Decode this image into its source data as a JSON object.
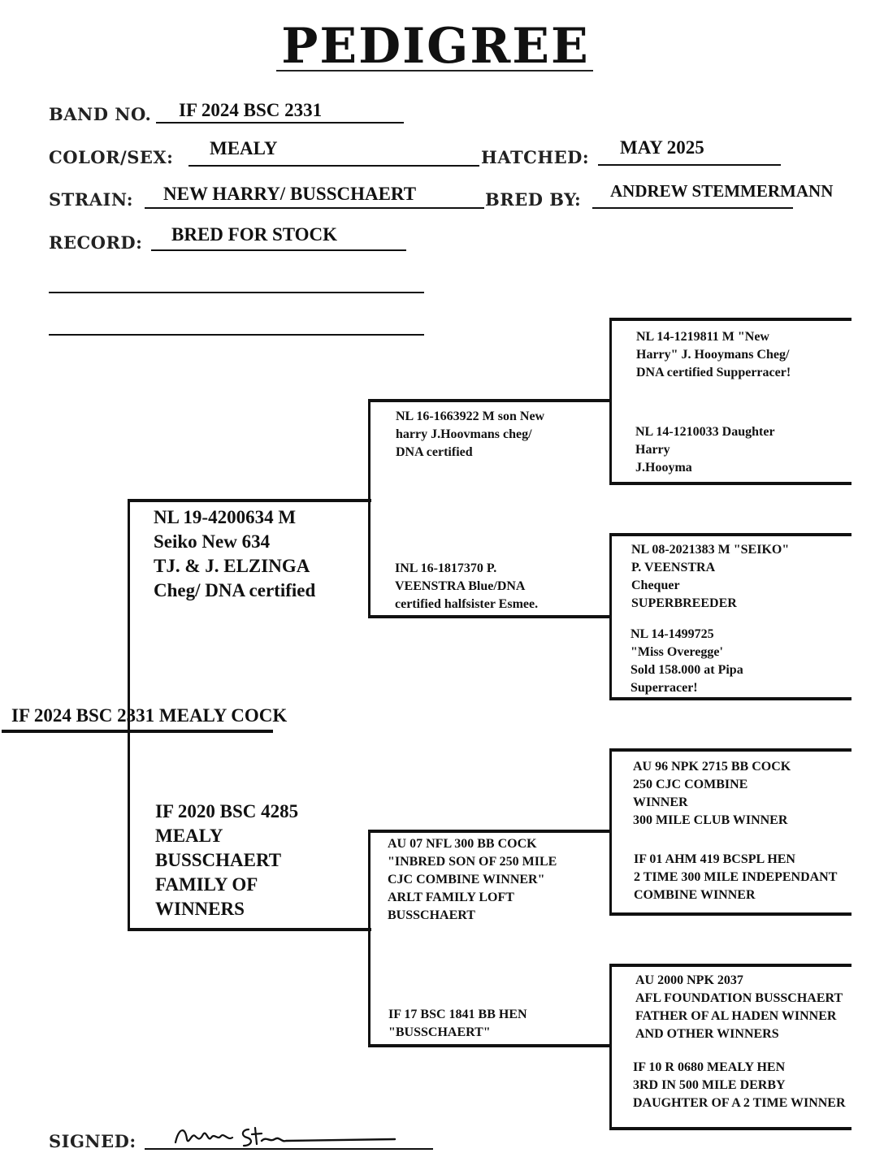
{
  "title": "PEDIGREE",
  "fields": {
    "band_no": {
      "label": "BAND NO.",
      "value": "IF 2024 BSC 2331"
    },
    "color_sex": {
      "label": "COLOR/SEX:",
      "value": "MEALY"
    },
    "hatched": {
      "label": "HATCHED:",
      "value": "MAY 2025"
    },
    "strain": {
      "label": "STRAIN:",
      "value": "NEW HARRY/ BUSSCHAERT"
    },
    "bred_by": {
      "label": "BRED BY:",
      "value": "ANDREW STEMMERMANN"
    },
    "record": {
      "label": "RECORD:",
      "value": "BRED FOR STOCK"
    },
    "signed": {
      "label": "SIGNED:",
      "signature": "Andrew Stemmermann"
    }
  },
  "subject": "IF 2024 BSC 2331 MEALY COCK",
  "sire": {
    "text": "NL 19-4200634 M\nSeiko New 634\nTJ.  &  J.  ELZINGA\nCheg/ DNA certified",
    "sire": {
      "text": "NL 16-1663922 M son New\nharry J.Hoovmans cheg/\nDNA certified",
      "sire": "NL 14-1219811 M \"New\nHarry\" J. Hooymans Cheg/\nDNA certified Supperracer!",
      "dam": "NL 14-1210033 Daughter\nHarry\nJ.Hooyma"
    },
    "dam": {
      "text": "INL 16-1817370 P.\nVEENSTRA Blue/DNA\ncertified halfsister Esmee.",
      "sire": "NL 08-2021383 M  \"SEIKO\"\nP. VEENSTRA\nChequer\nSUPERBREEDER",
      "dam": "NL 14-1499725\n\"Miss Overegge'\nSold 158.000 at Pipa\nSuperracer!"
    }
  },
  "dam": {
    "text": "IF 2020 BSC 4285\nMEALY\nBUSSCHAERT\nFAMILY OF\nWINNERS",
    "sire": {
      "text": "AU 07 NFL 300 BB COCK\n\"INBRED SON OF 250 MILE\nCJC COMBINE WINNER\"\nARLT FAMILY LOFT\nBUSSCHAERT",
      "sire": "AU 96 NPK 2715 BB COCK\n250 CJC COMBINE\nWINNER\n300 MILE CLUB WINNER",
      "dam": "IF 01 AHM 419 BCSPL HEN\n2 TIME 300 MILE INDEPENDANT\nCOMBINE WINNER"
    },
    "dam": {
      "text": "IF 17 BSC 1841 BB HEN\n\"BUSSCHAERT\"",
      "sire": "AU 2000 NPK 2037\nAFL FOUNDATION BUSSCHAERT\nFATHER OF AL HADEN WINNER\nAND OTHER WINNERS",
      "dam": "IF 10 R 0680 MEALY HEN\n3RD IN 500 MILE DERBY\nDAUGHTER OF A 2 TIME WINNER"
    }
  }
}
